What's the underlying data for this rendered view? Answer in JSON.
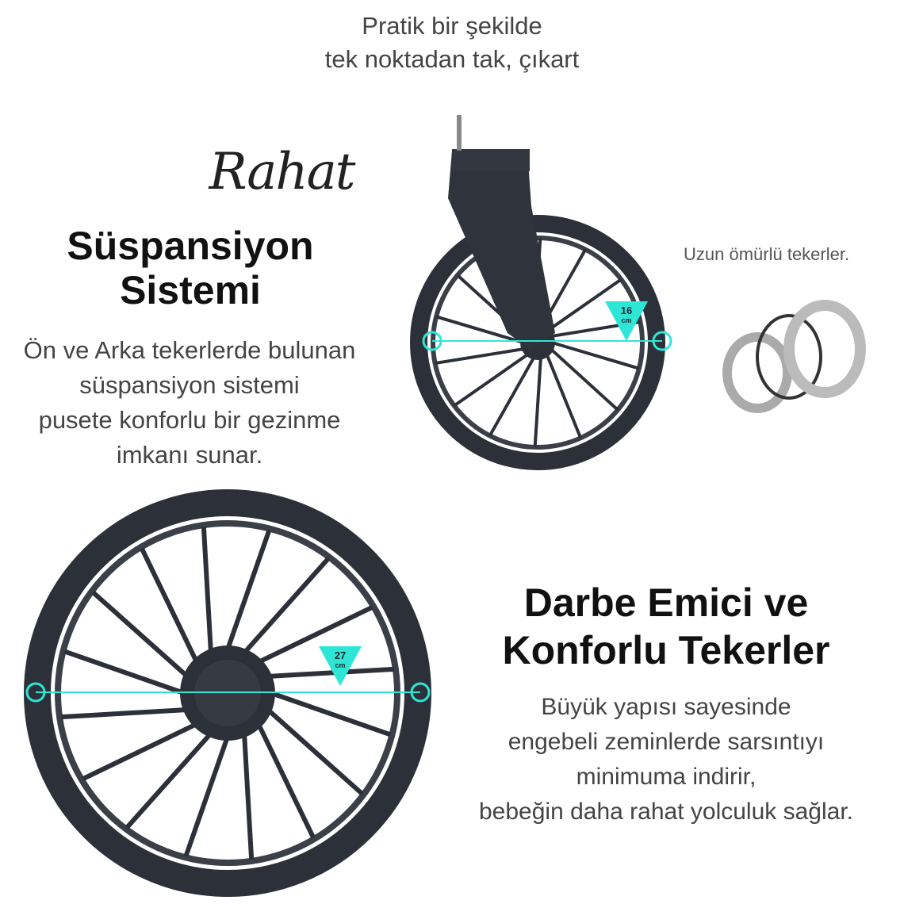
{
  "top_caption": {
    "line1": "Pratik bir şekilde",
    "line2": "tek noktadan tak, çıkart"
  },
  "script_word": "Rahat",
  "suspension": {
    "title_line1": "Süspansiyon",
    "title_line2": "Sistemi",
    "desc": [
      "Ön ve Arka tekerlerde bulunan",
      "süspansiyon sistemi",
      "pusete konforlu bir gezinme",
      "imkanı sunar."
    ]
  },
  "bearing_caption": "Uzun ömürlü tekerler.",
  "small_wheel": {
    "size": "16",
    "unit": "cm"
  },
  "large_wheel": {
    "size": "27",
    "unit": "cm"
  },
  "shock": {
    "title_line1": "Darbe Emici ve",
    "title_line2": "Konforlu Tekerler",
    "desc": [
      "Büyük yapısı sayesinde",
      "engebeli zeminlerde sarsıntıyı",
      "minimuma indirir,",
      "bebeğin daha rahat yolculuk sağlar."
    ]
  },
  "colors": {
    "accent": "#2ee6d6",
    "wheel": "#2c3038",
    "text": "#111111"
  }
}
